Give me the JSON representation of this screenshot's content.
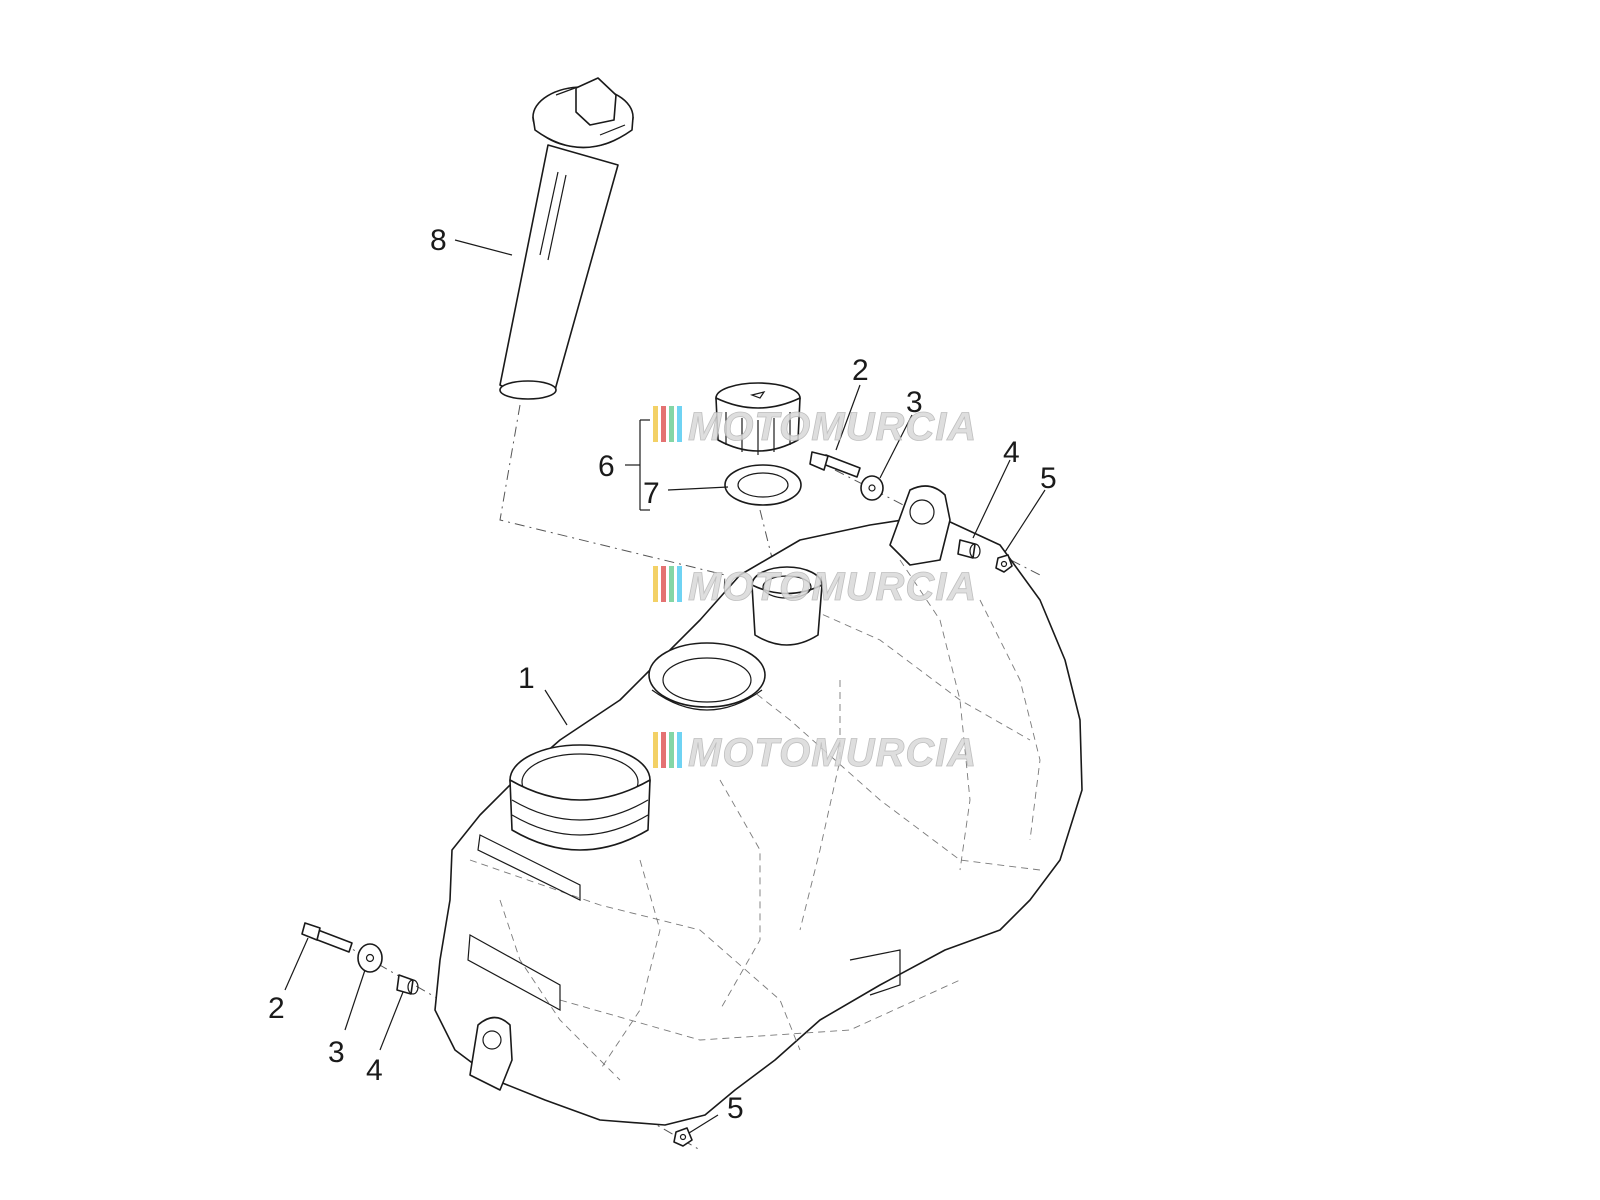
{
  "watermark": {
    "text": "MOTOMURCIA",
    "stripe_colors": [
      "#f2c94c",
      "#e05a5a",
      "#6fcf97",
      "#56ccf2"
    ]
  },
  "callouts": {
    "tank": "1",
    "bolt_upper": "2",
    "washer_upper": "3",
    "spacer_upper": "4",
    "nut_upper": "5",
    "cap_assembly": "6",
    "gasket": "7",
    "level_sensor": "8",
    "bolt_lower": "2",
    "washer_lower": "3",
    "spacer_lower": "4",
    "nut_lower": "5"
  },
  "colors": {
    "line": "#1a1a1a",
    "background": "#ffffff"
  }
}
